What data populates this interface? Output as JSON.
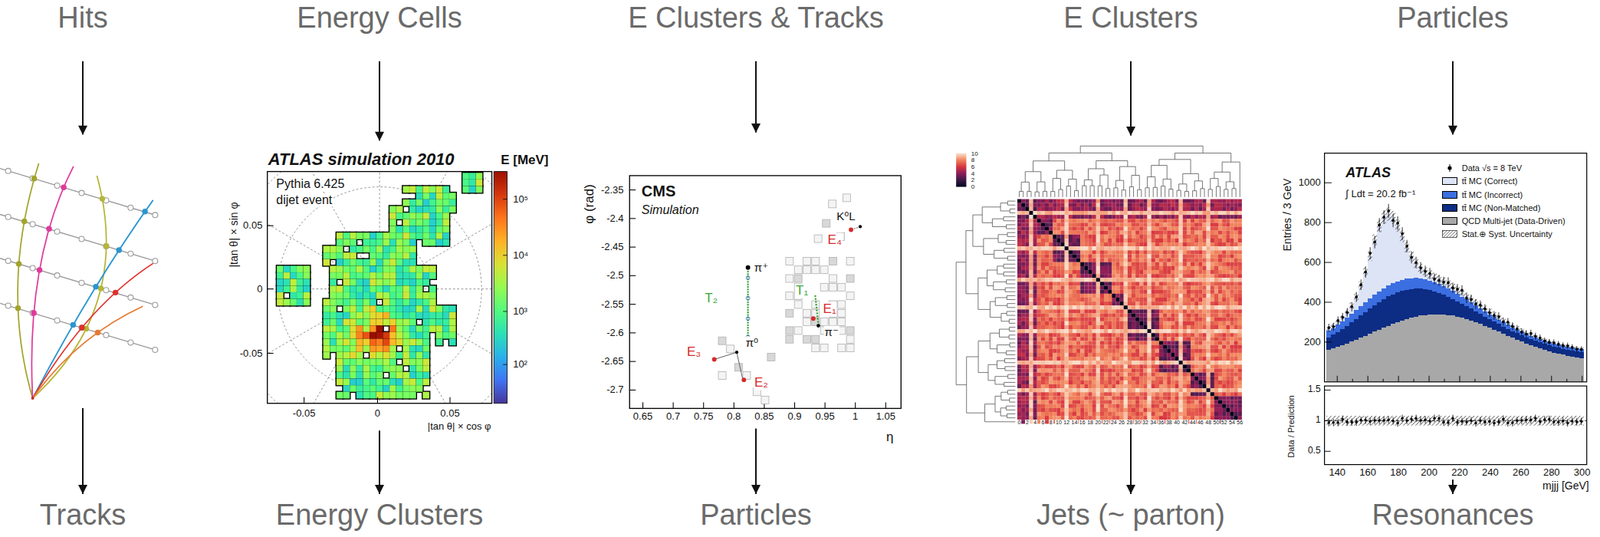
{
  "diagram": {
    "nodes": [
      {
        "text": [
          "Hits"
        ]
      },
      {
        "text": [
          "Energy Cells"
        ]
      },
      {
        "text": [
          "E Clusters & Tracks"
        ]
      },
      {
        "text": [
          "E Clusters"
        ]
      },
      {
        "text": [
          "Particles"
        ]
      },
      {
        "text": [
          "Tracks"
        ]
      },
      {
        "text": [
          "Energy Clusters"
        ]
      },
      {
        "text": [
          "Particles"
        ]
      },
      {
        "text": [
          "Jets (~ parton)"
        ]
      },
      {
        "text": [
          "Resonances"
        ]
      }
    ],
    "edges": [
      {
        "from": 0,
        "to": 5,
        "arrow": "to"
      },
      {
        "from": 1,
        "to": 6,
        "arrow": "to"
      },
      {
        "from": 2,
        "to": 7,
        "arrow": "to"
      },
      {
        "from": 3,
        "to": 8,
        "arrow": "to"
      },
      {
        "from": 4,
        "to": 9,
        "arrow": "to"
      }
    ],
    "labels": [
      "ATLAS simulation 2010",
      "Pythia 6.425",
      "dijet event",
      "E [MeV]",
      "10⁵",
      "10⁴",
      "10³",
      "10²",
      "|tan θ| × sin φ",
      "0.05",
      "0",
      "-0.05",
      "-0.05",
      "0",
      "0.05",
      "|tan θ| × cos φ",
      "CMS",
      "Simulation",
      "φ (rad)",
      "-2.35",
      "-2.4",
      "-2.45",
      "-2.5",
      "-2.55",
      "-2.6",
      "-2.65",
      "-2.7",
      "0.65",
      "0.7",
      "0.75",
      "0.8",
      "0.85",
      "0.9",
      "0.95",
      "1",
      "1.05",
      "η",
      "T₂",
      "π⁺",
      "E₃",
      "π⁰",
      "E₂",
      "T₁",
      "E₁",
      "π⁻",
      "K⁰L",
      "E₄",
      "10",
      "8",
      "6",
      "4",
      "2",
      "0",
      "0",
      "2",
      "4",
      "6",
      "8",
      "10",
      "12",
      "14",
      "16",
      "18",
      "20",
      "22",
      "24",
      "26",
      "28",
      "30",
      "32",
      "34",
      "36",
      "38",
      "40",
      "42",
      "44",
      "46",
      "48",
      "50",
      "52",
      "54",
      "56",
      "ATLAS",
      "∫ Ldt = 20.2 fb⁻¹",
      "Entries / 3 GeV",
      "1000",
      "800",
      "600",
      "400",
      "200",
      "Data / Prediction",
      "1.5",
      "1",
      "0.5",
      "140",
      "160",
      "180",
      "200",
      "220",
      "240",
      "260",
      "280",
      "300",
      "mjjj [GeV]"
    ],
    "legend": [
      {
        "text": "Data √s = 8 TeV"
      },
      {
        "text": "tt̄ MC (Correct)",
        "color": "#dde4f6"
      },
      {
        "text": "tt̄ MC (Incorrect)",
        "color": "#3b6ee0"
      },
      {
        "text": "tt̄ MC (Non-Matched)",
        "color": "#0d2c84"
      },
      {
        "text": "QCD Multi-jet (Data-Driven)",
        "color": "#a8a8a8"
      },
      {
        "text": "Stat.⊕ Syst. Uncertainty"
      }
    ]
  }
}
